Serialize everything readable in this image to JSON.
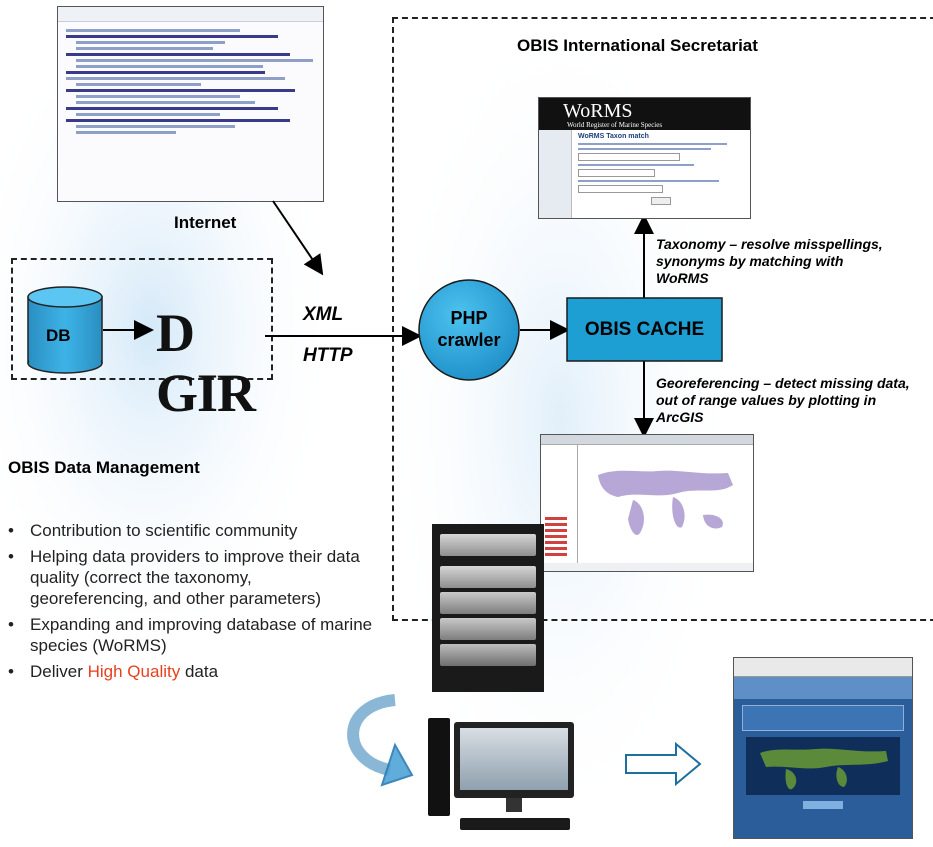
{
  "titles": {
    "secretariat": "OBIS International Secretariat",
    "internet": "Internet",
    "data_management": "OBIS Data Management"
  },
  "nodes": {
    "db": "DB",
    "digir": "D GIR",
    "php_line1": "PHP",
    "php_line2": "crawler",
    "cache": "OBIS CACHE"
  },
  "edges": {
    "xml": "XML",
    "http": "HTTP",
    "taxonomy_note": "Taxonomy – resolve misspellings, synonyms by matching with WoRMS",
    "georef_note": "Georeferencing – detect missing data, out of range values by plotting in ArcGIS"
  },
  "worms": {
    "logo": "WoRMS",
    "subtitle": "World Register of Marine Species",
    "panel_title": "WoRMS Taxon match"
  },
  "bullets": [
    {
      "text": "Contribution to scientific community"
    },
    {
      "text": "Helping data providers to improve their data quality (correct the taxonomy, georeferencing, and other parameters)"
    },
    {
      "text": "Expanding and improving database of marine species (WoRMS)"
    },
    {
      "prefix": "Deliver ",
      "highlight": "High Quality",
      "suffix": " data"
    }
  ],
  "colors": {
    "highlight": "#e8401c",
    "cache_fill": "#1e9fd4",
    "php_fill": "#1e9fd4",
    "db_fill": "#1e9fd4",
    "obis_site": "#2a5d9a"
  }
}
